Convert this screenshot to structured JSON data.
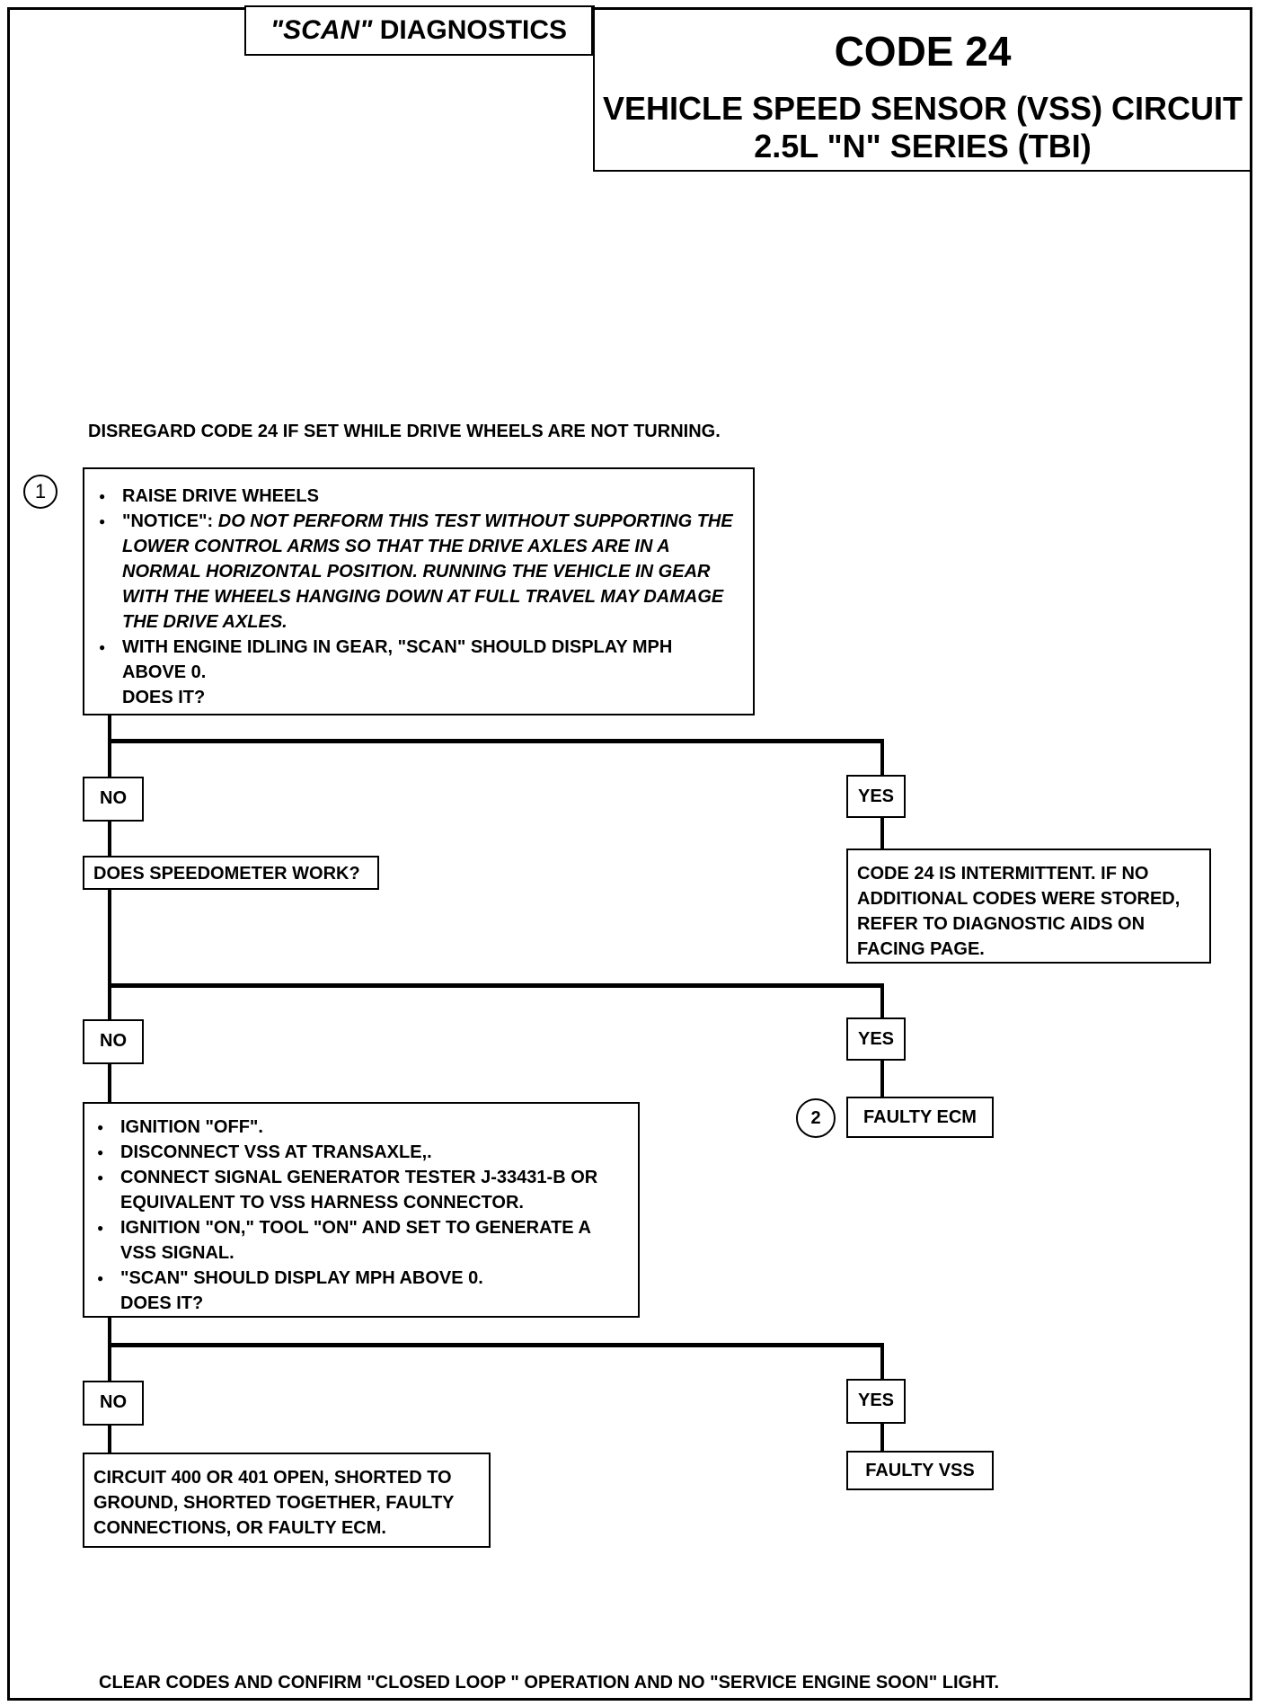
{
  "header": {
    "scan_prefix": "\"SCAN\"",
    "scan_suffix": " DIAGNOSTICS",
    "code_title": "CODE 24",
    "subtitle_line1": "VEHICLE SPEED SENSOR (VSS) CIRCUIT",
    "subtitle_line2": "2.5L  \"N\"  SERIES  (TBI)"
  },
  "disregard_note": "DISREGARD CODE 24 IF SET WHILE DRIVE WHEELS ARE NOT TURNING.",
  "step1": {
    "marker": "1",
    "raise": "RAISE DRIVE WHEELS",
    "notice_label": "\"NOTICE\": ",
    "notice_text": "DO NOT PERFORM THIS TEST WITHOUT SUPPORTING THE LOWER CONTROL ARMS SO THAT THE DRIVE AXLES ARE IN A NORMAL HORIZONTAL POSITION.  RUNNING THE VEHICLE IN GEAR WITH THE WHEELS HANGING DOWN AT FULL TRAVEL MAY DAMAGE THE DRIVE AXLES.",
    "idle": "WITH ENGINE IDLING IN GEAR, \"SCAN\" SHOULD DISPLAY MPH ABOVE 0.",
    "question": "DOES IT?"
  },
  "labels": {
    "no": "NO",
    "yes": "YES"
  },
  "speedometer_question": "DOES SPEEDOMETER WORK?",
  "intermittent": "CODE 24 IS INTERMITTENT.  IF NO ADDITIONAL CODES WERE STORED, REFER TO DIAGNOSTIC AIDS ON FACING PAGE.",
  "step2_marker": "2",
  "faulty_ecm": "FAULTY ECM",
  "step3": {
    "items": [
      "IGNITION \"OFF\".",
      "DISCONNECT VSS AT TRANSAXLE,.",
      "CONNECT SIGNAL GENERATOR TESTER  J-33431-B OR EQUIVALENT TO VSS HARNESS CONNECTOR.",
      "IGNITION \"ON,\" TOOL \"ON\" AND SET TO GENERATE A VSS SIGNAL.",
      "\"SCAN\" SHOULD DISPLAY MPH ABOVE  0."
    ],
    "question": "DOES IT?"
  },
  "circuit_open": "CIRCUIT 400 OR 401 OPEN, SHORTED TO GROUND, SHORTED TOGETHER, FAULTY CONNECTIONS, OR FAULTY ECM.",
  "faulty_vss": "FAULTY VSS",
  "footer": "CLEAR CODES AND CONFIRM \"CLOSED LOOP \" OPERATION AND NO \"SERVICE ENGINE SOON\" LIGHT."
}
